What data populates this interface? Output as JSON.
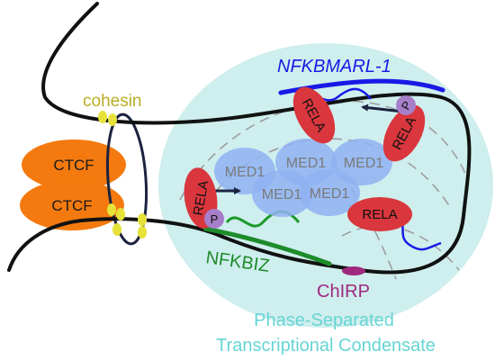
{
  "labels": {
    "cohesin": "cohesin",
    "ctcf_top": "CTCF",
    "ctcf_bottom": "CTCF",
    "nfkbmarl": "NFKBMARL-1",
    "nfkbiz": "NFKBIZ",
    "chirp": "ChIRP",
    "condensate_line1": "Phase-Separated",
    "condensate_line2": "Transcriptional Condensate"
  },
  "med1": [
    "MED1",
    "MED1",
    "MED1",
    "MED1",
    "MED1"
  ],
  "rela": [
    "RELA",
    "RELA",
    "RELA",
    "RELA"
  ],
  "phospho": [
    "P",
    "P"
  ],
  "colors": {
    "condensate_fill": "#cfeeee",
    "condensate_text": "#66d4d4",
    "ctcf": "#f47a0f",
    "cohesin_ring": "#1c2340",
    "cohesin_text": "#b8ad24",
    "cohesin_beads": "#e6e23a",
    "chromatin": "#111111",
    "nfkbmarl": "#1919e6",
    "nfkbiz": "#1d8c2a",
    "chirp": "#a0287e",
    "med1_fill": "#8fb2f2",
    "rela_fill": "#d9363d",
    "phospho_fill": "#a77ec9",
    "rna_green": "#1d9a2a",
    "arrow": "#1b2340"
  }
}
